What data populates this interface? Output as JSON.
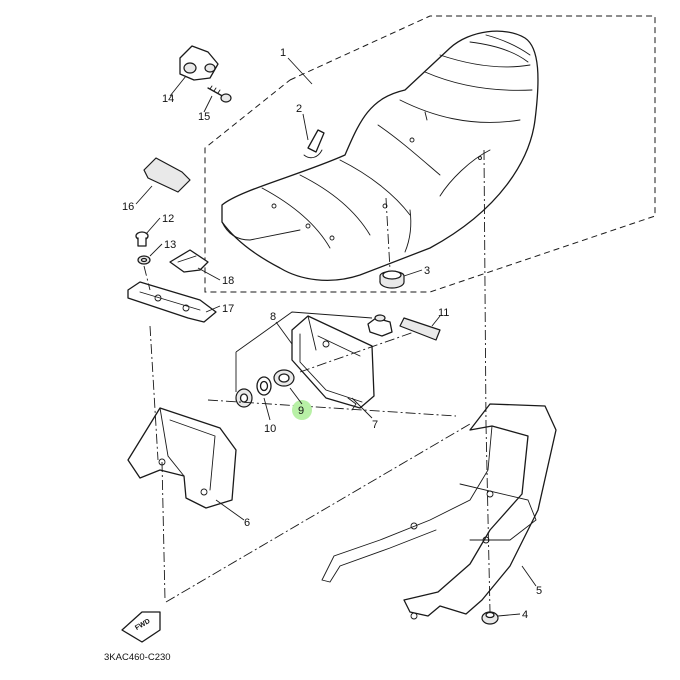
{
  "diagram": {
    "part_code": "3KAC460-C230",
    "direction_marker": "FWD",
    "highlight_color": "#b8f0a6",
    "callouts": {
      "c1": "1",
      "c2": "2",
      "c3": "3",
      "c4": "4",
      "c5": "5",
      "c6": "6",
      "c7": "7",
      "c8": "8",
      "c9": "9",
      "c10": "10",
      "c11": "11",
      "c12": "12",
      "c13": "13",
      "c14": "14",
      "c15": "15",
      "c16": "16",
      "c17": "17",
      "c18": "18"
    }
  }
}
